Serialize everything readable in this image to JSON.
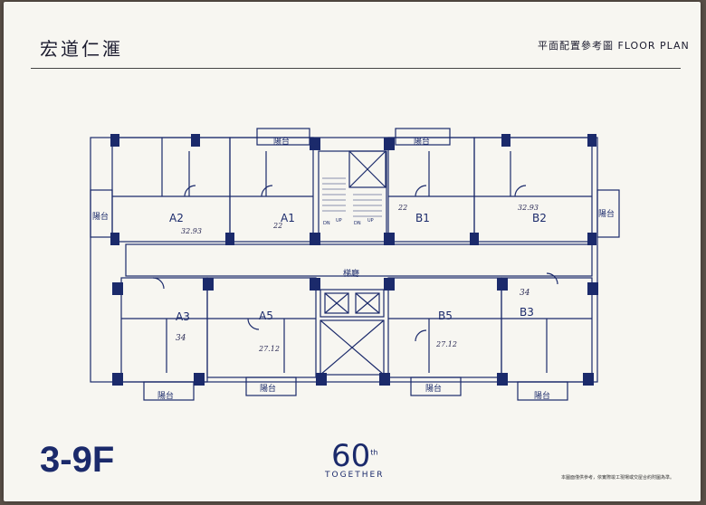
{
  "header": {
    "title": "宏道仁滙",
    "subtitle": "平面配置參考圖  FLOOR PLAN"
  },
  "floor": "3-9F",
  "logo": {
    "number": "60",
    "superscript": "th",
    "text": "TOGETHER"
  },
  "disclaimer": "本圖面僅供參考，依實際竣工現場或交屋合約附圖為準。",
  "units": {
    "A1": "A1",
    "A2": "A2",
    "A3": "A3",
    "A5": "A5",
    "B1": "B1",
    "B2": "B2",
    "B3": "B3",
    "B5": "B5"
  },
  "rooms": {
    "balcony": "陽台",
    "stairs": "梯廳",
    "dn": "DN",
    "up": "UP"
  },
  "handwritten": {
    "a2": "32.93",
    "a1": "22",
    "b1": "22",
    "b2": "32.93",
    "a3": "34",
    "b3": "34",
    "a5": "27.12",
    "b5": "27.12"
  },
  "colors": {
    "ink": "#1b2a6b",
    "paper": "#f7f6f1"
  }
}
